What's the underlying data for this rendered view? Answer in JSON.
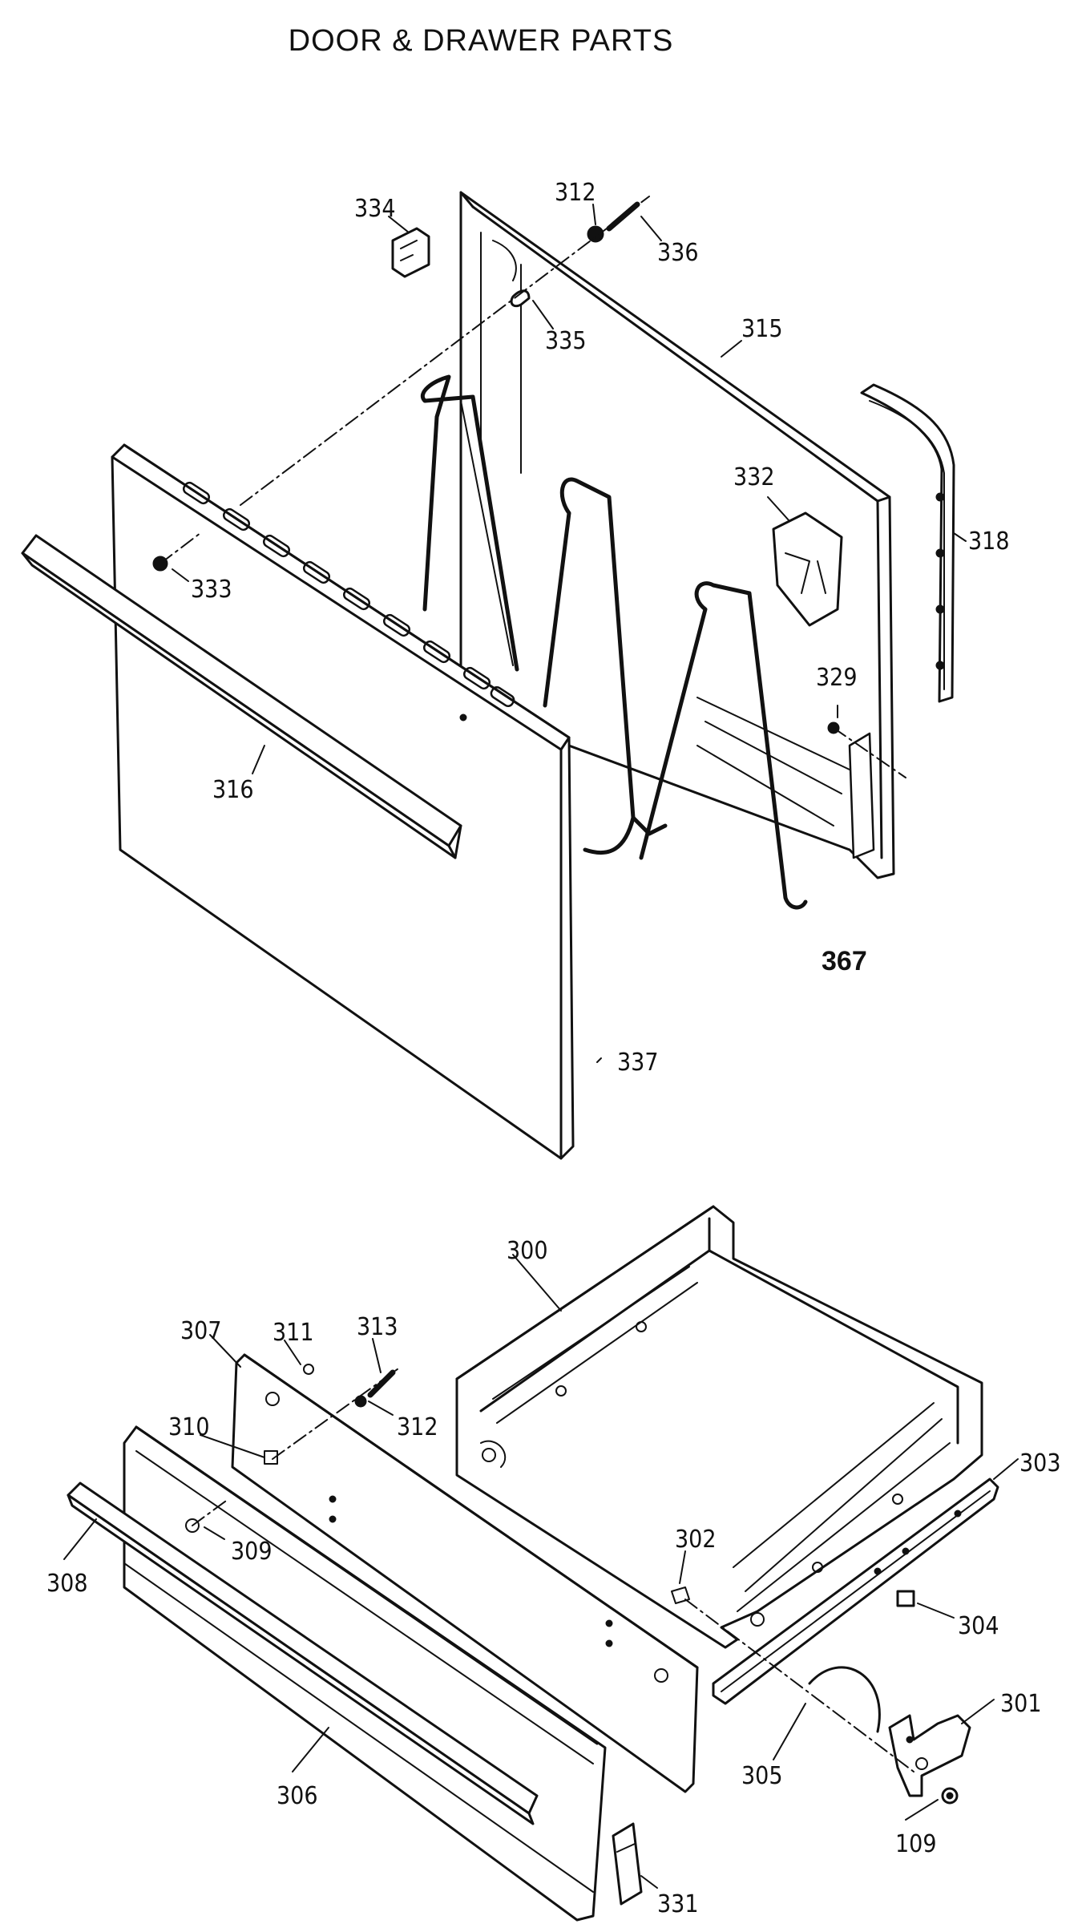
{
  "title": "DOOR & DRAWER PARTS",
  "callouts": {
    "c312a": "312",
    "c336": "336",
    "c334": "334",
    "c335": "335",
    "c315": "315",
    "c318": "318",
    "c332": "332",
    "c333": "333",
    "c316": "316",
    "c329": "329",
    "c367": "367",
    "c337": "337",
    "c300": "300",
    "c307": "307",
    "c311": "311",
    "c313": "313",
    "c312b": "312",
    "c310": "310",
    "c309": "309",
    "c308": "308",
    "c302": "302",
    "c303": "303",
    "c304": "304",
    "c301": "301",
    "c305": "305",
    "c306": "306",
    "c109": "109",
    "c331": "331"
  },
  "ink_color": "#111111"
}
